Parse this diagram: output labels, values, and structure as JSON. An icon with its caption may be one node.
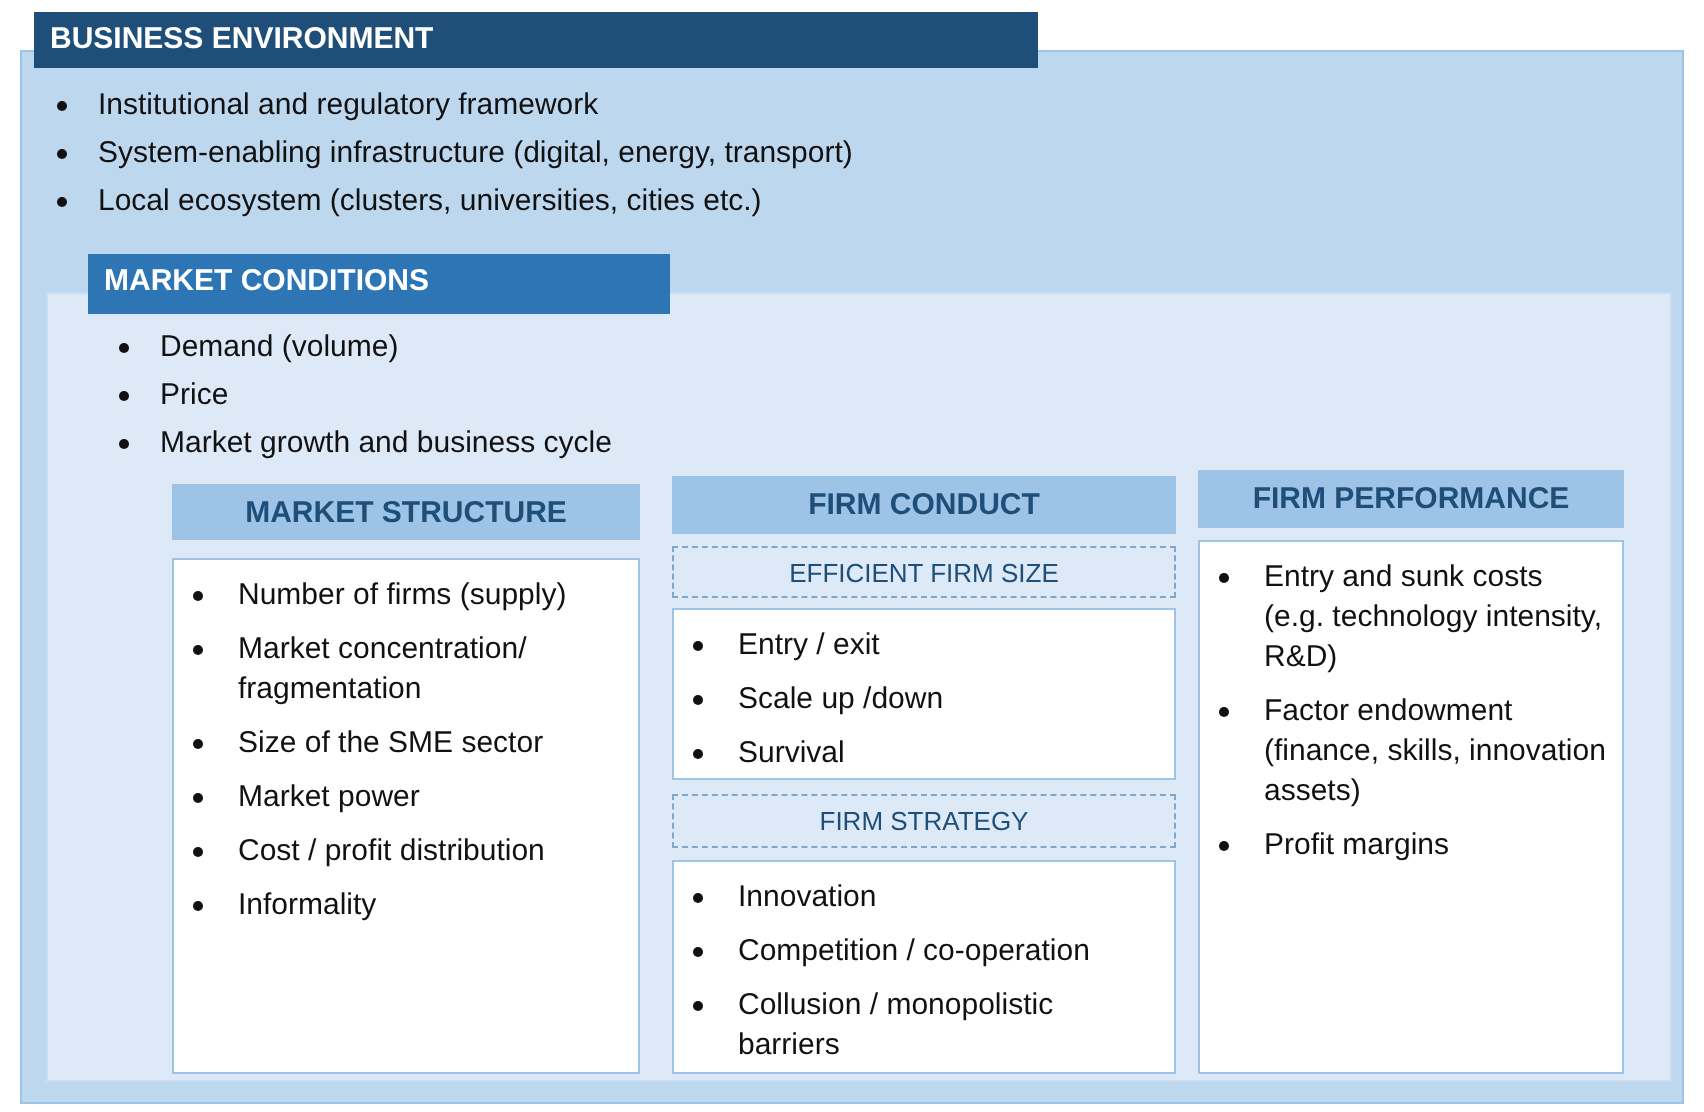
{
  "diagram": {
    "nodes": [
      {
        "text": [
          "BUSINESS ENVIRONMENT",
          "Institutional and regulatory framework",
          "System-enabling infrastructure (digital, energy, transport)",
          "Local ecosystem (clusters, universities, cities etc.)"
        ]
      },
      {
        "text": [
          "MARKET CONDITIONS",
          "Demand (volume)",
          "Price",
          "Market growth and business cycle"
        ],
        "in": 0
      },
      {
        "text": [
          "MARKET STRUCTURE"
        ],
        "in": 1
      },
      {
        "text": [
          "Number of firms (supply)",
          "Market concentration/ fragmentation",
          "Size of the SME sector",
          "Market power",
          "Cost / profit distribution",
          "Informality"
        ],
        "in": 1
      },
      {
        "text": [
          "FIRM CONDUCT"
        ],
        "in": 1
      },
      {
        "text": [
          "EFFICIENT FIRM SIZE"
        ],
        "in": 1
      },
      {
        "text": [
          "Entry / exit",
          "Scale up /down",
          "Survival"
        ],
        "in": 1
      },
      {
        "text": [
          "FIRM STRATEGY"
        ],
        "in": 1
      },
      {
        "text": [
          "Innovation",
          "Competition / co-operation",
          "Collusion / monopolistic barriers"
        ],
        "in": 1
      },
      {
        "text": [
          "FIRM PERFORMANCE"
        ],
        "in": 1
      },
      {
        "text": [
          "Entry and sunk costs (e.g. technology intensity, R&D)",
          "Factor endowment (finance, skills, innovation assets)",
          "Profit margins"
        ],
        "in": 1
      }
    ]
  }
}
